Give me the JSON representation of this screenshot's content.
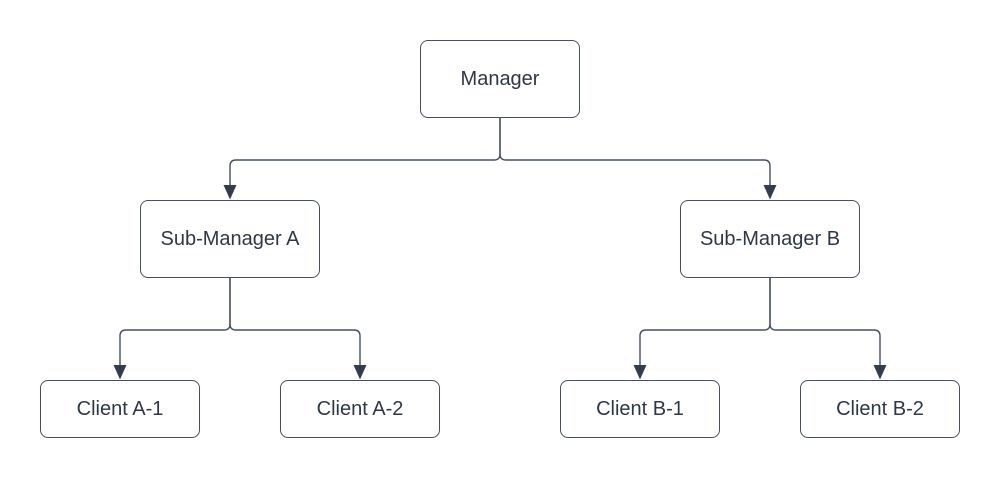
{
  "diagram": {
    "type": "org-chart",
    "colors": {
      "background": "#ffffff",
      "node_fill": "#ffffff",
      "node_border": "#46505f",
      "node_text": "#2e3845",
      "connector": "#46505f",
      "arrowhead": "#333d4b"
    },
    "nodes": {
      "manager": {
        "label": "Manager"
      },
      "sub_manager_a": {
        "label": "Sub-Manager A"
      },
      "sub_manager_b": {
        "label": "Sub-Manager B"
      },
      "client_a1": {
        "label": "Client A-1"
      },
      "client_a2": {
        "label": "Client A-2"
      },
      "client_b1": {
        "label": "Client B-1"
      },
      "client_b2": {
        "label": "Client B-2"
      }
    },
    "edges": [
      {
        "from": "Manager",
        "to": "Sub-Manager A",
        "arrow": "filled-triangle"
      },
      {
        "from": "Manager",
        "to": "Sub-Manager B",
        "arrow": "filled-triangle"
      },
      {
        "from": "Sub-Manager A",
        "to": "Client A-1",
        "arrow": "filled-triangle"
      },
      {
        "from": "Sub-Manager A",
        "to": "Client A-2",
        "arrow": "filled-triangle"
      },
      {
        "from": "Sub-Manager B",
        "to": "Client B-1",
        "arrow": "filled-triangle"
      },
      {
        "from": "Sub-Manager B",
        "to": "Client B-2",
        "arrow": "filled-triangle"
      }
    ]
  }
}
